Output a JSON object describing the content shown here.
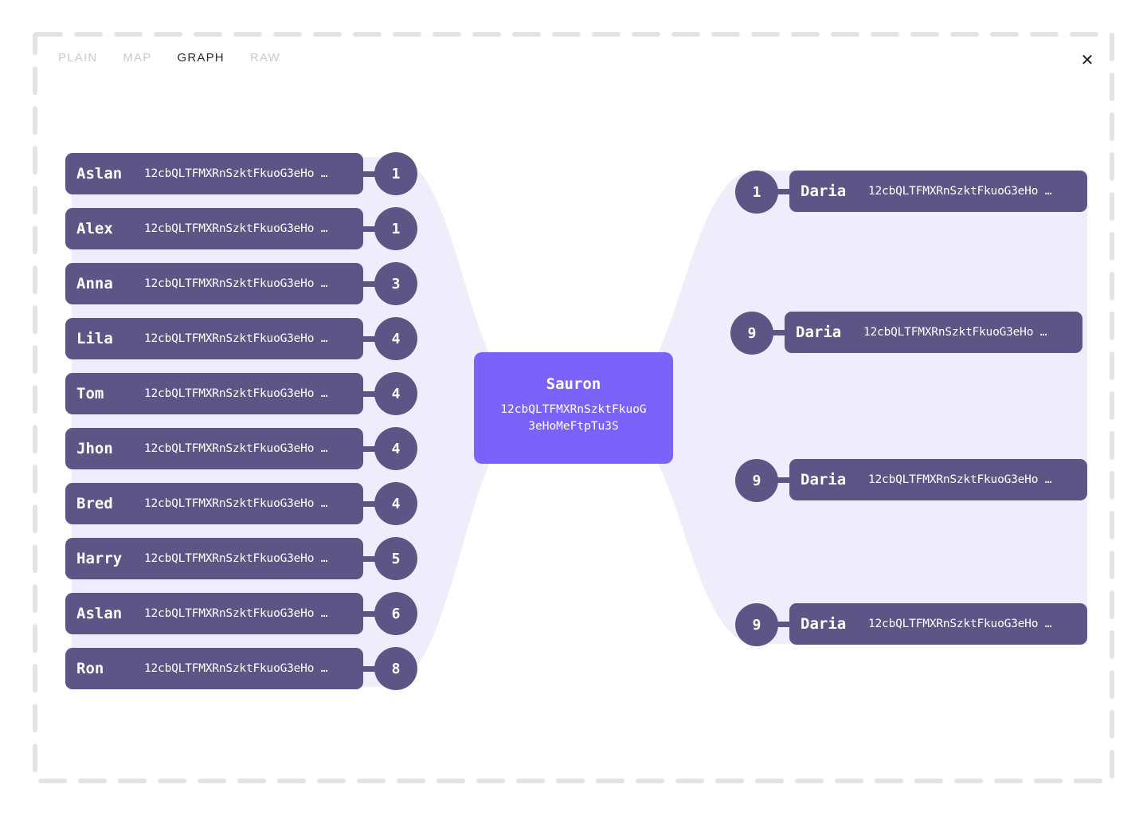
{
  "tabs": [
    {
      "label": "PLAIN",
      "active": false
    },
    {
      "label": "MAP",
      "active": false
    },
    {
      "label": "GRAPH",
      "active": true
    },
    {
      "label": "RAW",
      "active": false
    }
  ],
  "close_icon": "close-icon",
  "center": {
    "name": "Sauron",
    "address": "12cbQLTFMXRnSzktFkuoG3eHoMeFtpTu3S"
  },
  "inputs": [
    {
      "name": "Aslan",
      "address": "12cbQLTFMXRnSzktFkuoG3eHo …",
      "count": "1"
    },
    {
      "name": "Alex",
      "address": "12cbQLTFMXRnSzktFkuoG3eHo …",
      "count": "1"
    },
    {
      "name": "Anna",
      "address": "12cbQLTFMXRnSzktFkuoG3eHo …",
      "count": "3"
    },
    {
      "name": "Lila",
      "address": "12cbQLTFMXRnSzktFkuoG3eHo …",
      "count": "4"
    },
    {
      "name": "Tom",
      "address": "12cbQLTFMXRnSzktFkuoG3eHo …",
      "count": "4"
    },
    {
      "name": "Jhon",
      "address": "12cbQLTFMXRnSzktFkuoG3eHo …",
      "count": "4"
    },
    {
      "name": "Bred",
      "address": "12cbQLTFMXRnSzktFkuoG3eHo …",
      "count": "4"
    },
    {
      "name": "Harry",
      "address": "12cbQLTFMXRnSzktFkuoG3eHo …",
      "count": "5"
    },
    {
      "name": "Aslan",
      "address": "12cbQLTFMXRnSzktFkuoG3eHo …",
      "count": "6"
    },
    {
      "name": "Ron",
      "address": "12cbQLTFMXRnSzktFkuoG3eHo …",
      "count": "8"
    }
  ],
  "outputs": [
    {
      "name": "Daria",
      "address": "12cbQLTFMXRnSzktFkuoG3eHo …",
      "count": "1"
    },
    {
      "name": "Daria",
      "address": "12cbQLTFMXRnSzktFkuoG3eHo …",
      "count": "9"
    },
    {
      "name": "Daria",
      "address": "12cbQLTFMXRnSzktFkuoG3eHo …",
      "count": "9"
    },
    {
      "name": "Daria",
      "address": "12cbQLTFMXRnSzktFkuoG3eHo …",
      "count": "9"
    }
  ],
  "colors": {
    "node": "#5e5587",
    "center": "#7b62fa",
    "flow": "#efedfc",
    "frame_dash": "#e3e3e6",
    "tab_inactive": "#c9c9d1",
    "tab_active": "#2a2a33"
  }
}
